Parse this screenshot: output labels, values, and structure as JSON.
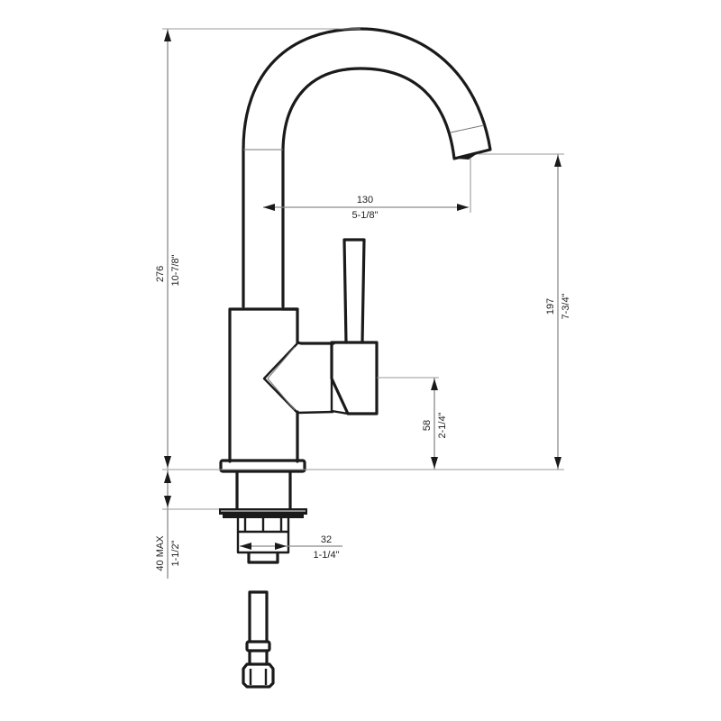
{
  "drawing": {
    "subject": "Single-lever faucet side elevation (technical dimension drawing)",
    "dimensions": {
      "overall_height": {
        "metric": "276",
        "imperial": "10-7/8\""
      },
      "spout_reach": {
        "metric": "130",
        "imperial": "5-1/8\""
      },
      "spout_height": {
        "metric": "197",
        "imperial": "7-3/4\""
      },
      "handle_height": {
        "metric": "58",
        "imperial": "2-1/4\""
      },
      "deck_thickness": {
        "metric": "40 MAX",
        "imperial": "1-1/2\""
      },
      "shank_diameter": {
        "metric": "32",
        "imperial": "1-1/4\""
      }
    }
  }
}
